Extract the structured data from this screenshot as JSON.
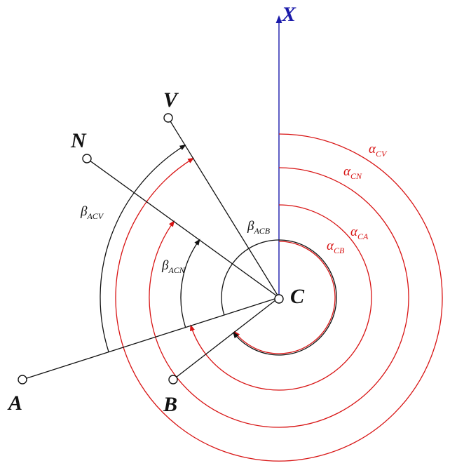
{
  "colors": {
    "axis": "#1a1aaa",
    "azimuth": "#d81414",
    "line": "#111111"
  },
  "axis": {
    "label": "X"
  },
  "points": {
    "A": "A",
    "B": "B",
    "C": "C",
    "N": "N",
    "V": "V"
  },
  "labels": {
    "alpha_cv": {
      "sym": "α",
      "sub": "CV"
    },
    "alpha_cn": {
      "sym": "α",
      "sub": "CN"
    },
    "alpha_ca": {
      "sym": "α",
      "sub": "CA"
    },
    "alpha_cb": {
      "sym": "α",
      "sub": "CB"
    },
    "beta_acv": {
      "sym": "β",
      "sub": "ACV"
    },
    "beta_acn": {
      "sym": "β",
      "sub": "ACN"
    },
    "beta_acb": {
      "sym": "β",
      "sub": "ACB"
    }
  }
}
